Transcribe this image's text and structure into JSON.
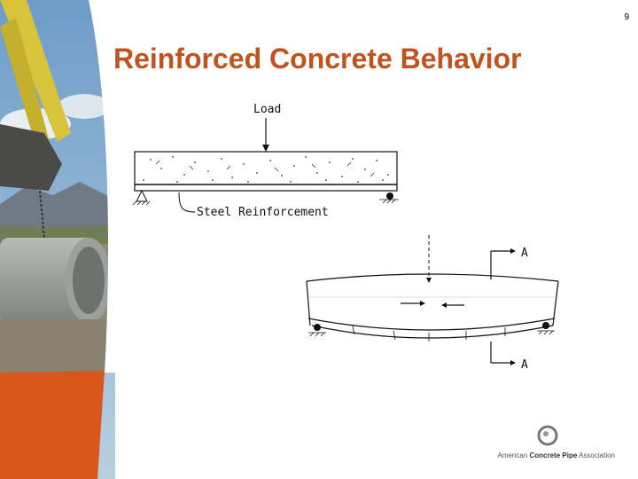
{
  "slide": {
    "page_number": "9",
    "title": "Reinforced Concrete Behavior"
  },
  "diagram": {
    "load_label": "Load",
    "reinforcement_label": "Steel Reinforcement",
    "section_label_top": "A",
    "section_label_bottom": "A"
  },
  "footer": {
    "logo_prefix": "American ",
    "logo_bold": "Concrete Pipe",
    "logo_suffix": " Association"
  },
  "colors": {
    "title": "#c0531f",
    "band": "#d9571b"
  }
}
